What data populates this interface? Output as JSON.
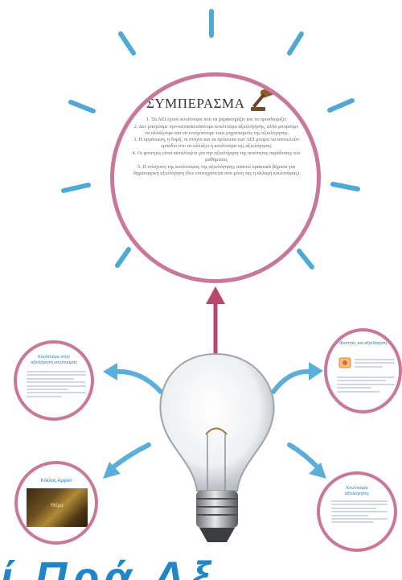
{
  "conclusion": {
    "title": "ΣΥΜΠΕΡΑΣΜΑ",
    "items": [
      "1. Τα ΑΕΙ έχουν κουλτούρα που τα χαρακτηρίζει και τα προσδιορίζει",
      "2. Δεν μπορούμε προ-κατασκευάσουμε κουλτούρα αξιολόγησης, αλλά μπορούμε να αλλάξουμε και να ενισχύσουμε τους μηχανισμούς της αξιολόγησης",
      "3. Η οργάνωση, η δομή, οι στόχοι και τα πρόσωπα των ΑΕΙ μπορεί να αποτελούν εμπόδιο στο να αλλάξει η κουλτούρα της αξιολόγησης",
      "4. Οι φοιτητές είναι κατάλληλοι για την αξιολόγηση της ποιότητας παράδοσης του μαθήματος",
      "5. Η ενίσχυση της κουλτούρας της αξιολόγησης απαιτεί πρακτικά βήματα για δημιουργική αξιολόγηση (δεν επιτυγχάνεται απο μόνη της η αλλαγή κουλτούρας)"
    ]
  },
  "topics": [
    {
      "id": "top-left",
      "title": "Κουλτούρα στην αξιολόγηση κουλτούρας"
    },
    {
      "id": "top-right",
      "title": "Φοιτητές και αξιολόγηση"
    },
    {
      "id": "bottom-left",
      "title": "Κύκλος Αμφού",
      "image_title": "Θέμα"
    },
    {
      "id": "bottom-right",
      "title": "Κουλτούρα αξιολόγησης"
    }
  ],
  "bottom_title": "ί Πρά      Αξ",
  "colors": {
    "ray": "#4fa9d6",
    "arrow": "#b9476e",
    "circle_border": "#c9789a",
    "curved_arrow": "#5aaedb",
    "heading_blue": "#1f86c8"
  },
  "icons": [
    "gavel-icon",
    "light-bulb-icon",
    "news-icon"
  ]
}
